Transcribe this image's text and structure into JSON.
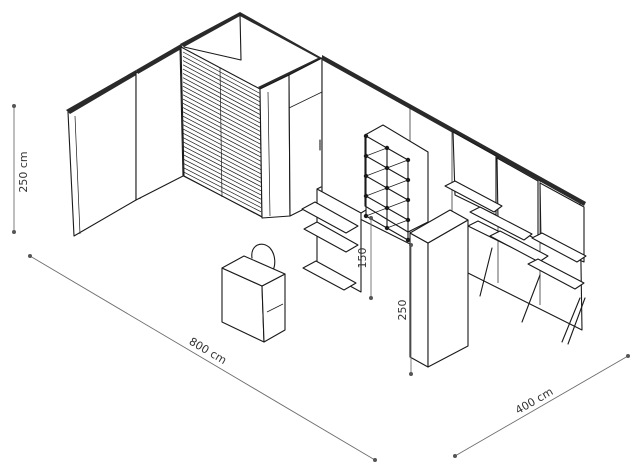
{
  "dimensions": {
    "height": "250 cm",
    "length": "800 cm",
    "depth": "400 cm",
    "shelf_height": "150",
    "column_height": "250"
  },
  "colors": {
    "line": "#1a1a1a",
    "dimension_line": "#6e6e6e",
    "background": "#ffffff"
  }
}
